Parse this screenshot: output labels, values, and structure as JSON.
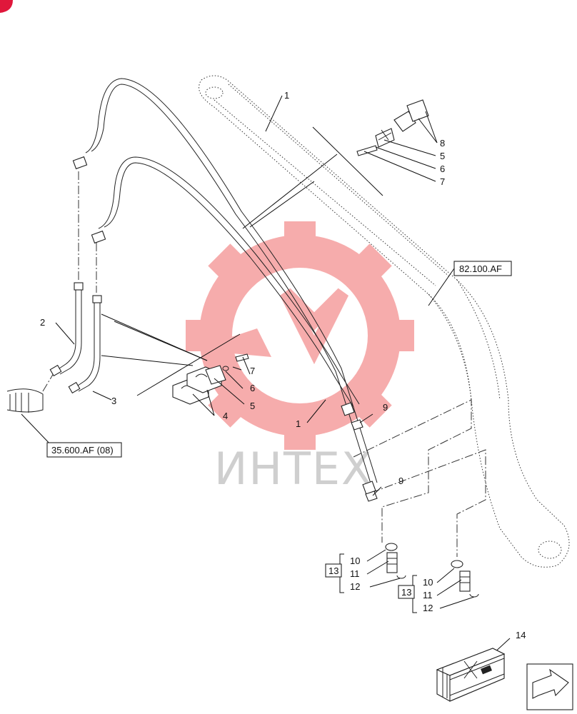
{
  "watermark": {
    "text": "ИНТЕХ",
    "logo": "gear-logo-icon",
    "logo_color": "#f06a6a",
    "text_color": "#cfcfcf"
  },
  "corner_icon": {
    "name": "red-corner-badge-icon",
    "color": "#e0173b"
  },
  "references": {
    "boom": "82.100.AF",
    "valve": "35.600.AF (08)"
  },
  "callouts": {
    "c1a": "1",
    "c1b": "1",
    "c2": "2",
    "c3": "3",
    "c4": "4",
    "c5a": "5",
    "c5b": "5",
    "c6a": "6",
    "c6b": "6",
    "c7a": "7",
    "c7b": "7",
    "c8": "8",
    "c9a": "9",
    "c9b": "9",
    "c10a": "10",
    "c10b": "10",
    "c11a": "11",
    "c11b": "11",
    "c12a": "12",
    "c12b": "12",
    "c13a": "13",
    "c13b": "13",
    "c14": "14"
  },
  "icons": {
    "kit_box": "wooden-crate-icon",
    "nav_arrow": "next-page-arrow-icon"
  }
}
